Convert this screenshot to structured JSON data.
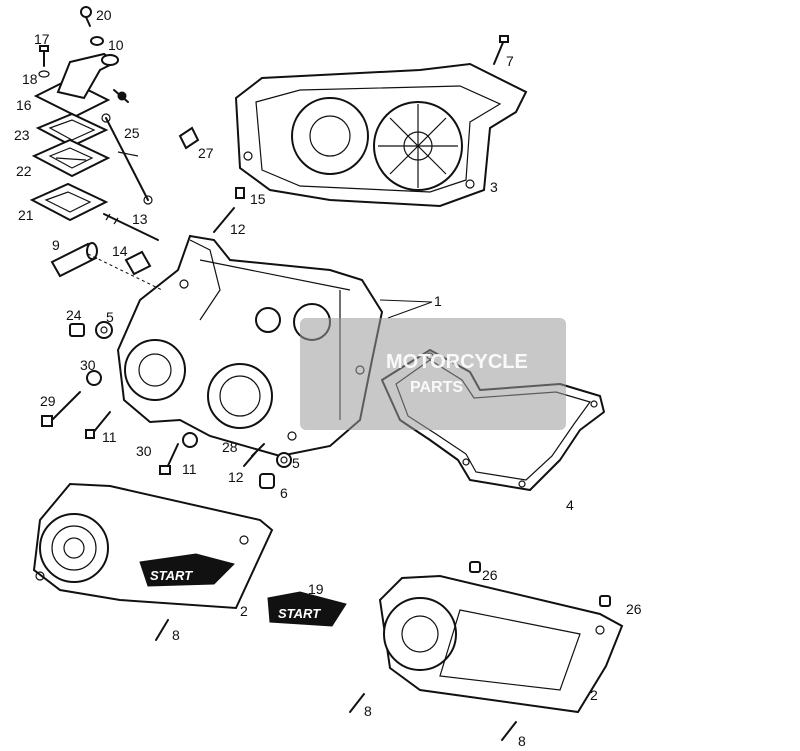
{
  "diagram": {
    "watermark": {
      "line1": "MOTORCYCLE",
      "line2": "PARTS"
    },
    "decal_text": "START",
    "callouts": [
      {
        "id": "c20",
        "text": "20"
      },
      {
        "id": "c17",
        "text": "17"
      },
      {
        "id": "c10",
        "text": "10"
      },
      {
        "id": "c7",
        "text": "7"
      },
      {
        "id": "c18",
        "text": "18"
      },
      {
        "id": "c16",
        "text": "16"
      },
      {
        "id": "c23",
        "text": "23"
      },
      {
        "id": "c25",
        "text": "25"
      },
      {
        "id": "c27",
        "text": "27"
      },
      {
        "id": "c22",
        "text": "22"
      },
      {
        "id": "c3",
        "text": "3"
      },
      {
        "id": "c15",
        "text": "15"
      },
      {
        "id": "c21",
        "text": "21"
      },
      {
        "id": "c13",
        "text": "13"
      },
      {
        "id": "c12a",
        "text": "12"
      },
      {
        "id": "c9",
        "text": "9"
      },
      {
        "id": "c14",
        "text": "14"
      },
      {
        "id": "c1",
        "text": "1"
      },
      {
        "id": "c24",
        "text": "24"
      },
      {
        "id": "c5a",
        "text": "5"
      },
      {
        "id": "c30a",
        "text": "30"
      },
      {
        "id": "c29",
        "text": "29"
      },
      {
        "id": "c11a",
        "text": "11"
      },
      {
        "id": "c30b",
        "text": "30"
      },
      {
        "id": "c11b",
        "text": "11"
      },
      {
        "id": "c28",
        "text": "28"
      },
      {
        "id": "c5b",
        "text": "5"
      },
      {
        "id": "c12b",
        "text": "12"
      },
      {
        "id": "c6",
        "text": "6"
      },
      {
        "id": "c4",
        "text": "4"
      },
      {
        "id": "c19",
        "text": "19"
      },
      {
        "id": "c26a",
        "text": "26"
      },
      {
        "id": "c26b",
        "text": "26"
      },
      {
        "id": "c2a",
        "text": "2"
      },
      {
        "id": "c8a",
        "text": "8"
      },
      {
        "id": "c8b",
        "text": "8"
      },
      {
        "id": "c2b",
        "text": "2"
      },
      {
        "id": "c8c",
        "text": "8"
      }
    ]
  }
}
